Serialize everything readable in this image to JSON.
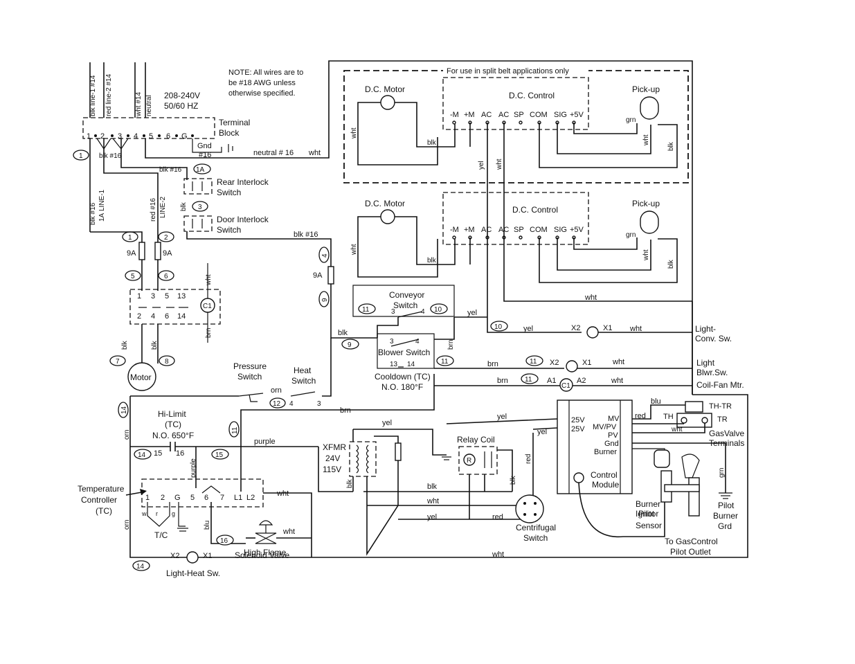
{
  "note": [
    "NOTE: All wires are to",
    "be #18 AWG unless",
    "otherwise specified."
  ],
  "power": [
    "208-240V",
    "50/60 HZ"
  ],
  "terminal_block": {
    "title": [
      "Terminal",
      "Block"
    ],
    "terminals": [
      "1",
      "2",
      "3",
      "4",
      "5",
      "6",
      "G"
    ],
    "gnd": "Gnd",
    "gnd_gauge": "#16",
    "top_wires": [
      "blk line-1 #14",
      "red line-2 #14",
      "wht #14",
      "neutral"
    ]
  },
  "split_belt_title": "For use in split belt applications only",
  "dc_motor": "D.C. Motor",
  "dc_control": "D.C. Control",
  "pickup": "Pick-up",
  "dc_terminals": [
    "-M",
    "+M",
    "AC",
    "AC",
    "SP",
    "COM",
    "SIG",
    "+5V"
  ],
  "interlocks": {
    "rear": [
      "Rear Interlock",
      "Switch"
    ],
    "door": [
      "Door Interlock",
      "Switch"
    ]
  },
  "conveyor_switch": [
    "Conveyor",
    "Switch"
  ],
  "blower_switch": "Blower Switch",
  "cooldown": [
    "Cooldown (TC)",
    "N.O. 180°F"
  ],
  "pressure_switch": [
    "Pressure",
    "Switch"
  ],
  "heat_switch": [
    "Heat",
    "Switch"
  ],
  "hi_limit": [
    "Hi-Limit",
    "(TC)",
    "N.O. 650°F"
  ],
  "motor": "Motor",
  "contactor": "C1",
  "contactor_terms_top": [
    "1",
    "3",
    "5",
    "13"
  ],
  "contactor_terms_bottom": [
    "2",
    "4",
    "6",
    "14"
  ],
  "fuse_rating": "9A",
  "temp_controller": [
    "Temperature",
    "Controller",
    "(TC)"
  ],
  "tc_terminals": [
    "1",
    "2",
    "G",
    "5",
    "6",
    "7",
    "L1",
    "L2"
  ],
  "tc_label": "T/C",
  "xfmr": [
    "XFMR",
    "24V",
    "115V"
  ],
  "relay_coil": "Relay Coil",
  "relay_r": "R",
  "centrifugal_switch": [
    "Centrifugal",
    "Switch"
  ],
  "control_module": [
    "Control",
    "Module"
  ],
  "module_terms": [
    "MV",
    "MV/PV",
    "PV",
    "Gnd",
    "Burner"
  ],
  "module_25v": [
    "25V",
    "25V"
  ],
  "gas_valve": {
    "th_tr": "TH-TR",
    "th": "TH",
    "tr": "TR",
    "label": [
      "GasValve",
      "Terminals"
    ]
  },
  "pilot": {
    "ignitor": [
      "Pilot",
      "Burner",
      "Ignitor",
      "Sensor"
    ],
    "grd": [
      "Pilot",
      "Burner",
      "Grd"
    ],
    "outlet": [
      "To GasControl",
      "Pilot Outlet"
    ]
  },
  "solenoid": [
    "High Flame",
    "Solenoid Valve"
  ],
  "lights": {
    "conv": [
      "Light-",
      "Conv. Sw."
    ],
    "blwr": [
      "Light",
      "Blwr.Sw."
    ],
    "coil_fan": "Coil-Fan Mtr.",
    "heat": "Light-Heat Sw."
  },
  "xterms": [
    "X1",
    "X2",
    "A1",
    "A2"
  ],
  "wire_labels": {
    "blk": "blk",
    "red": "red",
    "wht": "wht",
    "yel": "yel",
    "brn": "brn",
    "orn": "orn",
    "purple": "purple",
    "blu": "blu",
    "grn": "grn",
    "r": "r",
    "w": "w",
    "g": "g",
    "blk16": "blk #16",
    "red16": "red #16",
    "neutral16": "neutral # 16",
    "line1": "LINE-1",
    "line2": "LINE-2",
    "one_a": "1A",
    "blk_hash16": "blk #16",
    "term15": "15",
    "term16": "16",
    "term4": "4",
    "term3": "3",
    "term13": "13",
    "term14": "14"
  },
  "wire_numbers": [
    "1",
    "1A",
    "2",
    "3",
    "4",
    "5",
    "6",
    "7",
    "8",
    "9",
    "10",
    "11",
    "12",
    "14",
    "15",
    "16"
  ]
}
